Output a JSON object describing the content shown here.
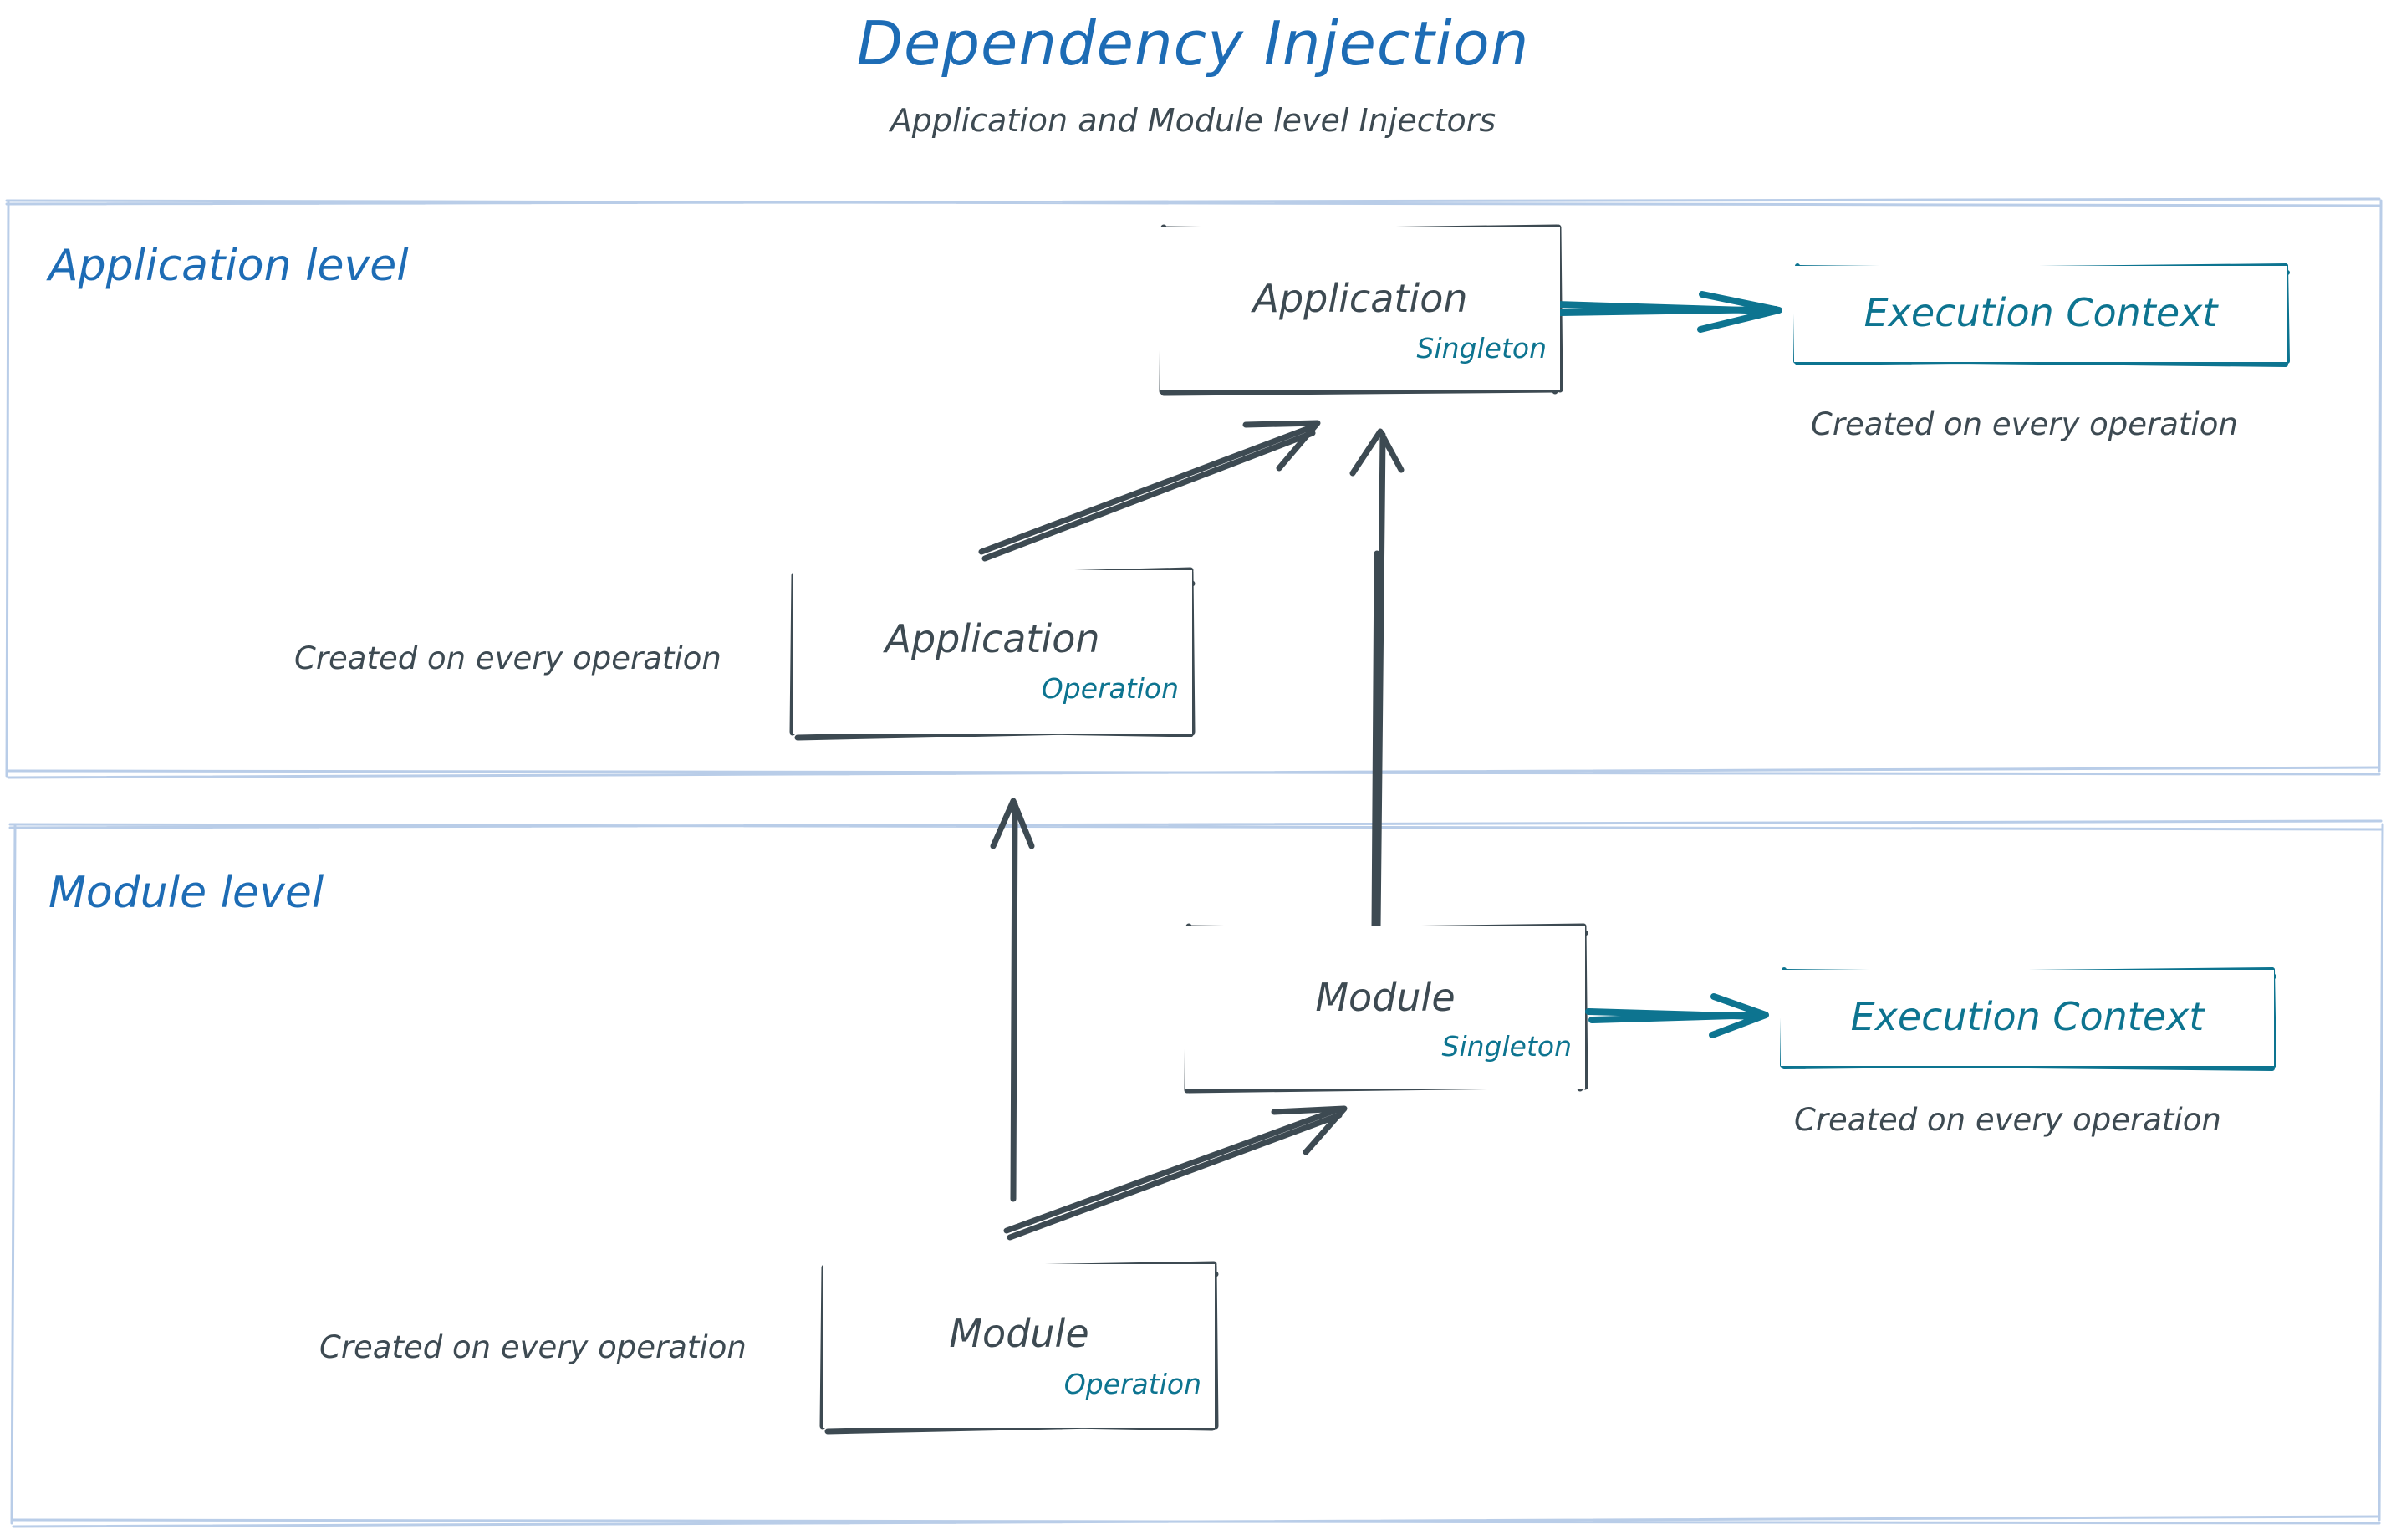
{
  "header": {
    "title": "Dependency Injection",
    "subtitle": "Application and Module level Injectors"
  },
  "colors": {
    "title_blue": "#1d6cb5",
    "level_blue": "#1d6cb5",
    "container_border": "#b9cde8",
    "ink_dark": "#3d4a52",
    "scope_teal": "#0d7490",
    "context_teal": "#0d7490",
    "background": "#ffffff"
  },
  "containers": [
    {
      "id": "application-level",
      "label": "Application level"
    },
    {
      "id": "module-level",
      "label": "Module level"
    }
  ],
  "nodes": [
    {
      "id": "application-singleton",
      "name": "Application",
      "scope": "Singleton"
    },
    {
      "id": "application-operation",
      "name": "Application",
      "scope": "Operation"
    },
    {
      "id": "module-singleton",
      "name": "Module",
      "scope": "Singleton"
    },
    {
      "id": "module-operation",
      "name": "Module",
      "scope": "Operation"
    }
  ],
  "contexts": [
    {
      "id": "application-execution-context",
      "label": "Execution Context",
      "caption": "Created on every operation"
    },
    {
      "id": "module-execution-context",
      "label": "Execution Context",
      "caption": "Created on every operation"
    }
  ],
  "annotations": [
    {
      "id": "application-operation-note",
      "text": "Created on every operation"
    },
    {
      "id": "module-operation-note",
      "text": "Created on every operation"
    }
  ],
  "edges": [
    {
      "from": "application-singleton",
      "to": "application-execution-context",
      "style": "teal-arrow"
    },
    {
      "from": "application-operation",
      "to": "application-singleton",
      "style": "dark-arrow"
    },
    {
      "from": "module-singleton",
      "to": "application-singleton",
      "style": "dark-arrow"
    },
    {
      "from": "module-singleton",
      "to": "module-execution-context",
      "style": "teal-arrow"
    },
    {
      "from": "module-operation",
      "to": "module-singleton",
      "style": "dark-arrow"
    },
    {
      "from": "module-operation",
      "to": "application-operation",
      "style": "dark-arrow"
    }
  ]
}
